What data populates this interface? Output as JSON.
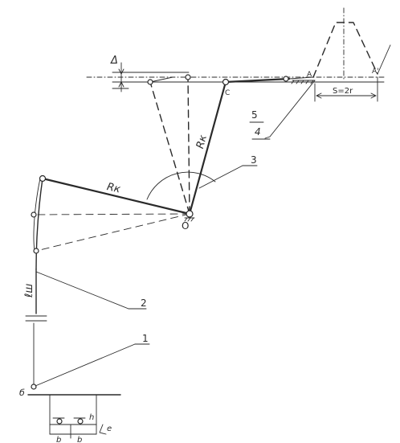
{
  "labels": {
    "callout_1": "1",
    "callout_2": "2",
    "callout_3": "3",
    "callout_4": "4",
    "callout_5": "5",
    "pivot_O": "O",
    "radius_Rk_upper": "Rк",
    "radius_Rk_lower": "Rк",
    "rod_length": "ℓш",
    "offset_delta": "Δ",
    "stroke_S": "S=2r",
    "point_A": "A",
    "point_A1": "A'",
    "point_C": "C",
    "dim_b1": "b",
    "dim_b2": "b",
    "dim_h": "h",
    "dim_e": "e",
    "base_point": "б"
  },
  "colors": {
    "ink": "#2a2a2a",
    "paper": "#ffffff"
  }
}
